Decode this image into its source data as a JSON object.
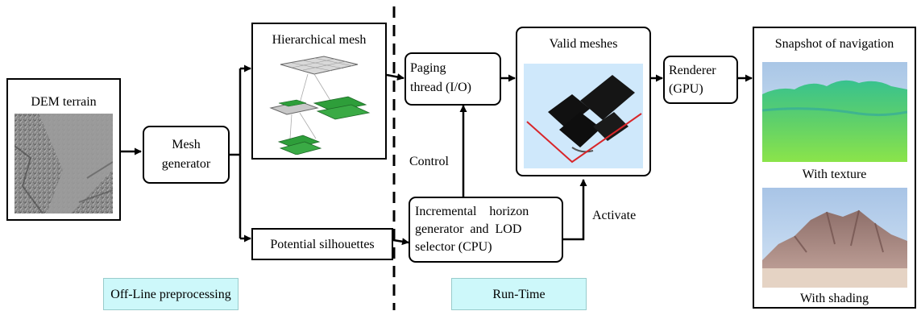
{
  "nodes": {
    "dem_terrain": "DEM terrain",
    "mesh_generator": [
      "Mesh",
      "generator"
    ],
    "hierarchical_mesh": "Hierarchical mesh",
    "potential_silhouettes": "Potential silhouettes",
    "paging_thread": [
      "Paging",
      "thread (I/O)"
    ],
    "incremental": [
      "Incremental    horizon",
      "generator  and  LOD",
      "selector (CPU)"
    ],
    "valid_meshes": "Valid meshes",
    "renderer": [
      "Renderer",
      "(GPU)"
    ],
    "snapshot": "Snapshot of navigation",
    "with_texture": "With texture",
    "with_shading": "With shading"
  },
  "edge_labels": {
    "control": "Control",
    "activate": "Activate"
  },
  "sections": {
    "offline": "Off-Line preprocessing",
    "runtime": "Run-Time"
  },
  "colors": {
    "section_fill": "#cdf8fa",
    "mesh_green": "#2e9e3a",
    "valid_bg": "#cfe8fb",
    "silhouette_red": "#d8262a"
  }
}
